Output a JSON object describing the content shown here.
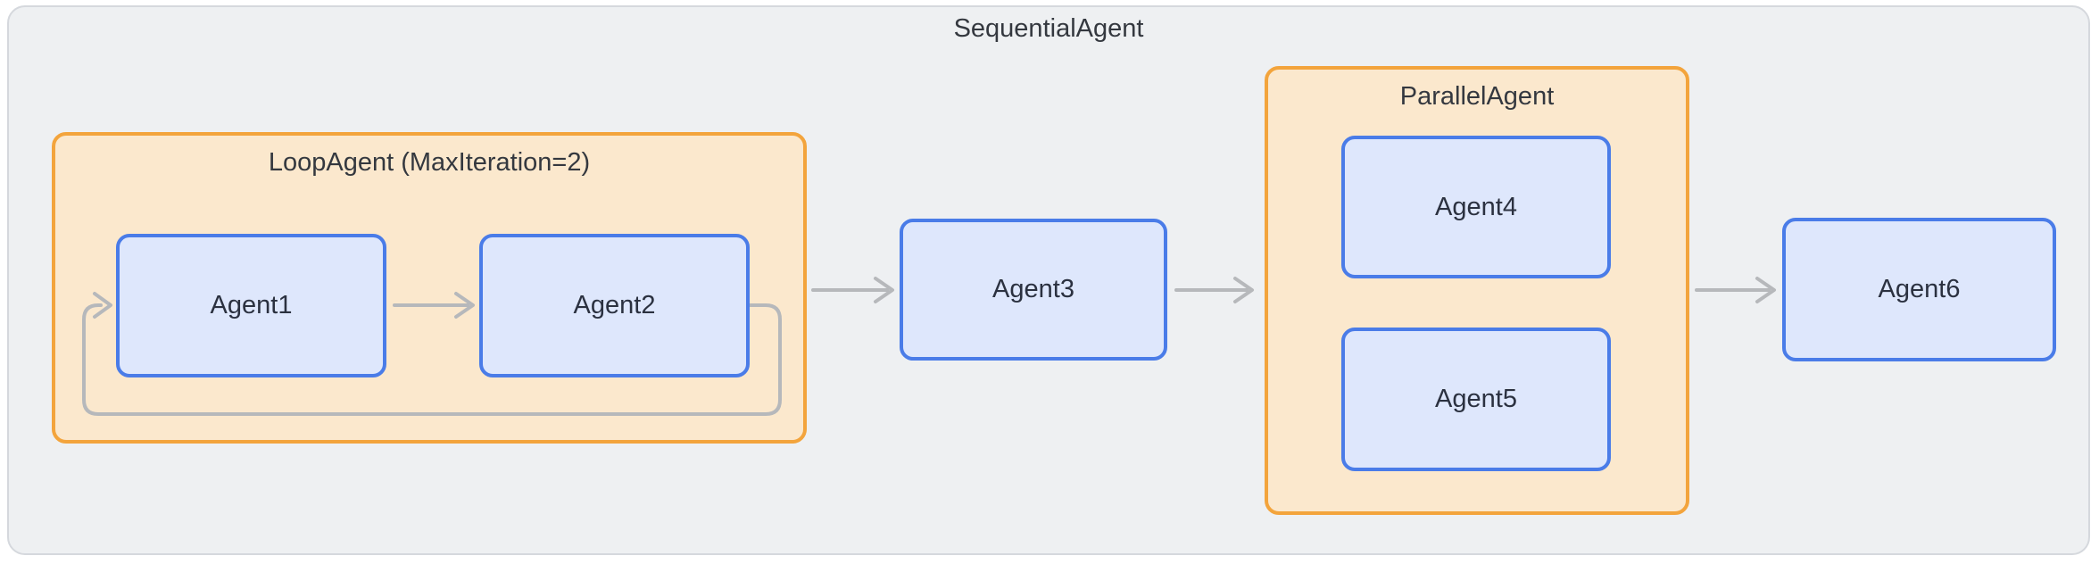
{
  "colors": {
    "page-bg": "#ffffff",
    "outer-bg": "#eef0f2",
    "outer-border": "#d5d8dd",
    "group-bg": "#fbe8cd",
    "group-border": "#f3a43c",
    "node-bg": "#dee7fc",
    "node-border": "#4a7ce8",
    "arrow": "#b6b8bb",
    "title-text": "#34383f",
    "node-text": "#2b3140"
  },
  "diagram": {
    "root": {
      "label": "SequentialAgent"
    },
    "loop_group": {
      "label": "LoopAgent (MaxIteration=2)"
    },
    "parallel_group": {
      "label": "ParallelAgent"
    },
    "nodes": {
      "agent1": {
        "label": "Agent1"
      },
      "agent2": {
        "label": "Agent2"
      },
      "agent3": {
        "label": "Agent3"
      },
      "agent4": {
        "label": "Agent4"
      },
      "agent5": {
        "label": "Agent5"
      },
      "agent6": {
        "label": "Agent6"
      }
    },
    "edges": [
      {
        "from": "Agent1",
        "to": "Agent2",
        "type": "flow"
      },
      {
        "from": "Agent2",
        "to": "Agent1",
        "type": "loop-back"
      },
      {
        "from": "LoopAgent",
        "to": "Agent3",
        "type": "flow"
      },
      {
        "from": "Agent3",
        "to": "ParallelAgent",
        "type": "flow"
      },
      {
        "from": "ParallelAgent",
        "to": "Agent6",
        "type": "flow"
      }
    ]
  }
}
